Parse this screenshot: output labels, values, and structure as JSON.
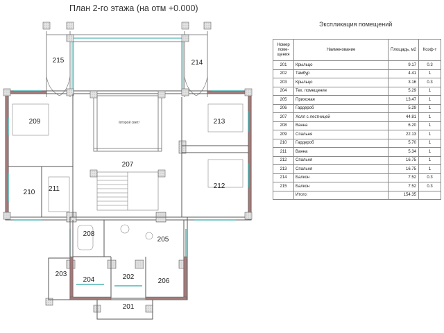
{
  "plan_title": "План 2-го этажа (на отм +0.000)",
  "void_label": "/второй свет/",
  "room_labels": {
    "r201": "201",
    "r202": "202",
    "r203": "203",
    "r204": "204",
    "r205": "205",
    "r206": "206",
    "r207": "207",
    "r208": "208",
    "r209": "209",
    "r210": "210",
    "r211": "211",
    "r212": "212",
    "r213": "213",
    "r214": "214",
    "r215": "215"
  },
  "table": {
    "title": "Экспликация помещений",
    "headers": [
      "Номер поме-щения",
      "Наименование",
      "Площадь, м2",
      "Коэф-т"
    ],
    "rows": [
      [
        "201",
        "Крыльцо",
        "9.17",
        "0.3"
      ],
      [
        "202",
        "Тамбур",
        "4.41",
        "1"
      ],
      [
        "203",
        "Крыльцо",
        "3.16",
        "0.3"
      ],
      [
        "204",
        "Тех. помещение",
        "5.29",
        "1"
      ],
      [
        "205",
        "Прихожая",
        "13.47",
        "1"
      ],
      [
        "206",
        "Гардероб",
        "5.29",
        "1"
      ],
      [
        "207",
        "Холл с лестницей",
        "44.81",
        "1"
      ],
      [
        "208",
        "Ванна",
        "6.20",
        "1"
      ],
      [
        "209",
        "Спальня",
        "22.13",
        "1"
      ],
      [
        "210",
        "Гардероб",
        "5.70",
        "1"
      ],
      [
        "211",
        "Ванна",
        "5.34",
        "1"
      ],
      [
        "212",
        "Спальня",
        "16.75",
        "1"
      ],
      [
        "213",
        "Спальня",
        "16.75",
        "1"
      ],
      [
        "214",
        "Балкон",
        "7.52",
        "0.3"
      ],
      [
        "215",
        "Балкон",
        "7.52",
        "0.3"
      ]
    ],
    "total_label": "Итого:",
    "total_value": "154.35"
  },
  "colors": {
    "wall": "#555555",
    "masonry": "#a57a7a",
    "window": "#2aa6a6",
    "line": "#666666"
  }
}
